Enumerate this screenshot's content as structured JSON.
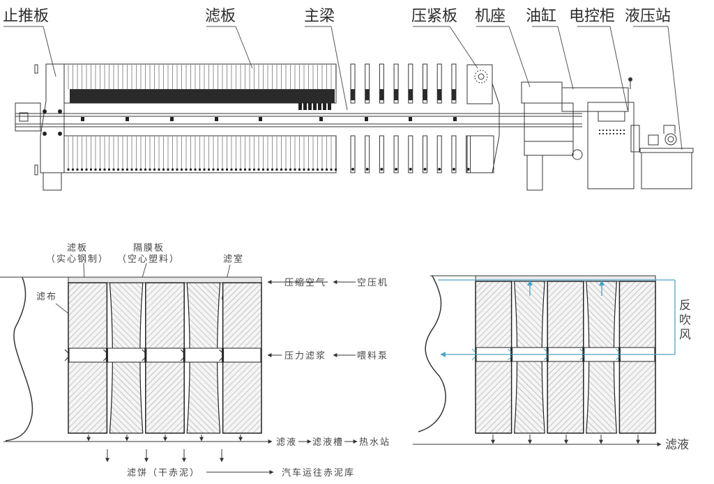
{
  "machine_diagram": {
    "title": "板框压滤机结构图",
    "labels": [
      {
        "id": "stop-plate",
        "text": "止推板"
      },
      {
        "id": "filter-plate",
        "text": "滤板"
      },
      {
        "id": "main-beam",
        "text": "主梁"
      },
      {
        "id": "press-plate",
        "text": "压紧板"
      },
      {
        "id": "machine-base",
        "text": "机座"
      },
      {
        "id": "oil-cylinder",
        "text": "油缸"
      },
      {
        "id": "control-cabinet",
        "text": "电控柜"
      },
      {
        "id": "hydraulic-station",
        "text": "液压站"
      }
    ]
  },
  "filtration_diagram": {
    "labels": {
      "filter_plate": "滤板",
      "filter_plate_note": "（实心钢制）",
      "membrane_plate": "隔膜板",
      "membrane_plate_note": "（空心塑料）",
      "filter_chamber": "滤室",
      "filter_cloth": "滤布"
    },
    "flows": {
      "compressed_air": "压缩空气",
      "air_compressor": "空压机",
      "pressure_slurry": "压力滤浆",
      "feed_pump": "喂料泵",
      "filtrate": "滤液",
      "filtrate_tank": "滤液槽",
      "hot_water_station": "热水站",
      "filter_cake": "滤饼（干赤泥）",
      "truck_to_mud_storage": "汽车运往赤泥库"
    }
  },
  "backblow_diagram": {
    "labels": {
      "back_blow": [
        "反",
        "吹",
        "风"
      ],
      "filtrate": "滤液"
    },
    "colors": {
      "air_line": "#4aa3c7"
    }
  }
}
